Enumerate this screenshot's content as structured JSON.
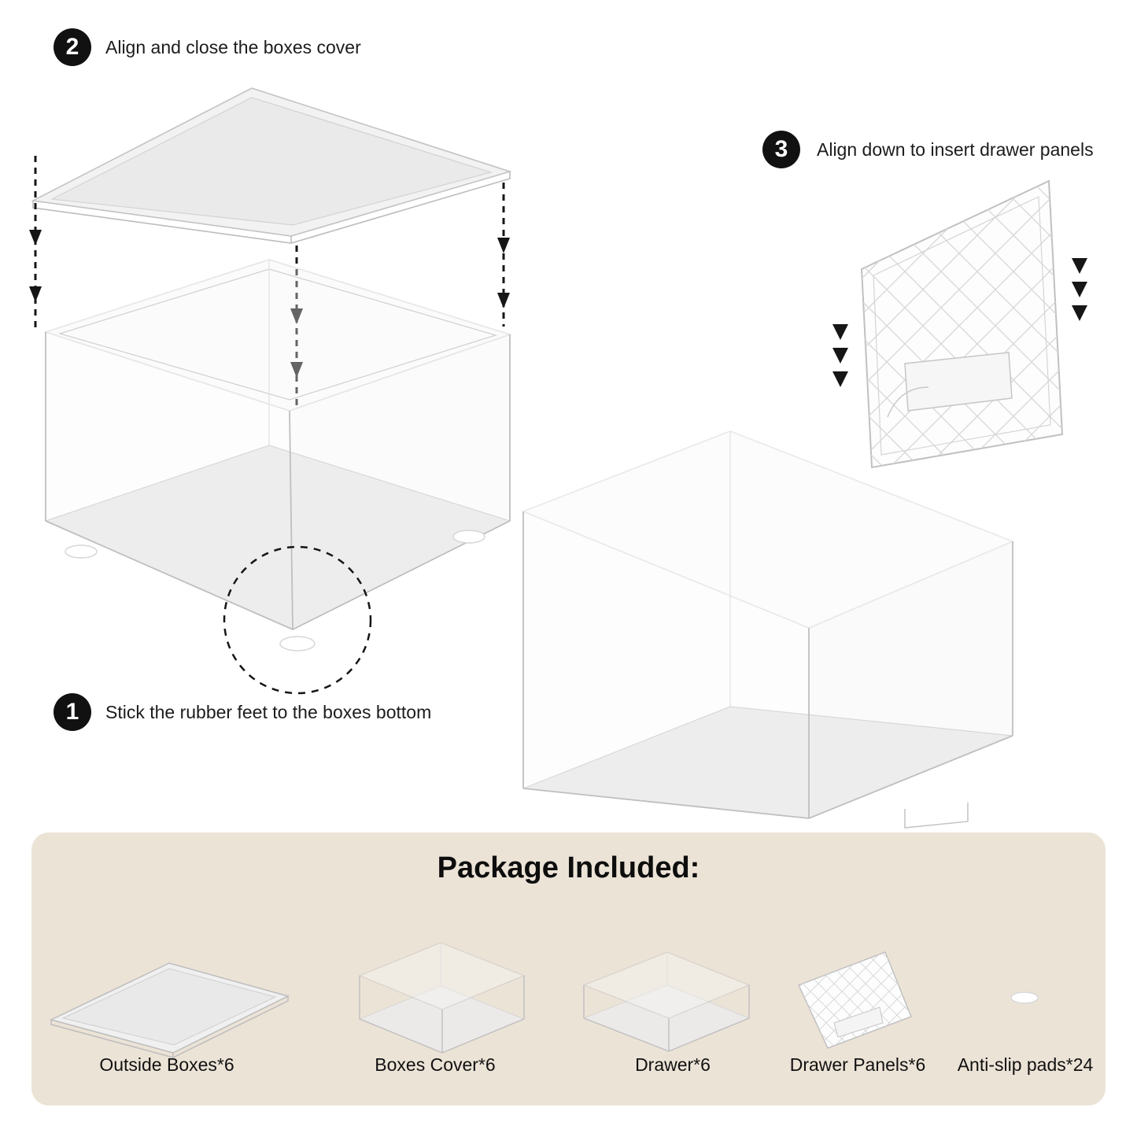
{
  "steps": [
    {
      "number": "1",
      "text": "Stick the rubber feet to the boxes bottom"
    },
    {
      "number": "2",
      "text": "Align and close the boxes cover"
    },
    {
      "number": "3",
      "text": "Align down to insert drawer panels"
    }
  ],
  "package": {
    "title": "Package Included:",
    "items": [
      {
        "label": "Outside Boxes*6"
      },
      {
        "label": "Boxes Cover*6"
      },
      {
        "label": "Drawer*6"
      },
      {
        "label": "Drawer Panels*6"
      },
      {
        "label": "Anti-slip pads*24"
      }
    ]
  },
  "colors": {
    "badge": "#111111",
    "panel_background": "#ece3d7",
    "arrow": "#161616",
    "line_art": "#bfbfbf"
  }
}
